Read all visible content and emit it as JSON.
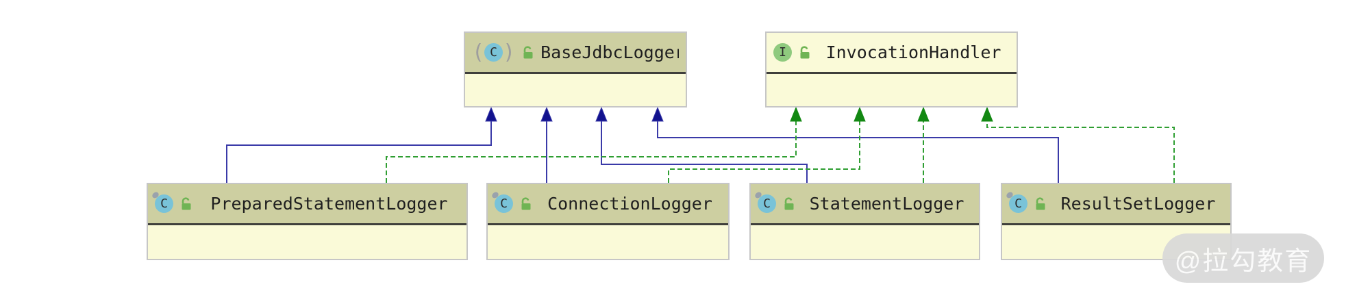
{
  "diagram": {
    "classes": [
      {
        "name": "BaseJdbcLogger",
        "kind": "abstract-class",
        "icon_letter": "C",
        "visibility": "public"
      },
      {
        "name": "InvocationHandler",
        "kind": "interface",
        "icon_letter": "I",
        "visibility": "public"
      },
      {
        "name": "PreparedStatementLogger",
        "kind": "class",
        "icon_letter": "C",
        "visibility": "public"
      },
      {
        "name": "ConnectionLogger",
        "kind": "class",
        "icon_letter": "C",
        "visibility": "public"
      },
      {
        "name": "StatementLogger",
        "kind": "class",
        "icon_letter": "C",
        "visibility": "public"
      },
      {
        "name": "ResultSetLogger",
        "kind": "class",
        "icon_letter": "C",
        "visibility": "public"
      }
    ],
    "relations": [
      {
        "from": "PreparedStatementLogger",
        "to": "BaseJdbcLogger",
        "type": "extends"
      },
      {
        "from": "ConnectionLogger",
        "to": "BaseJdbcLogger",
        "type": "extends"
      },
      {
        "from": "StatementLogger",
        "to": "BaseJdbcLogger",
        "type": "extends"
      },
      {
        "from": "ResultSetLogger",
        "to": "BaseJdbcLogger",
        "type": "extends"
      },
      {
        "from": "PreparedStatementLogger",
        "to": "InvocationHandler",
        "type": "implements"
      },
      {
        "from": "ConnectionLogger",
        "to": "InvocationHandler",
        "type": "implements"
      },
      {
        "from": "StatementLogger",
        "to": "InvocationHandler",
        "type": "implements"
      },
      {
        "from": "ResultSetLogger",
        "to": "InvocationHandler",
        "type": "implements"
      }
    ]
  },
  "watermark": {
    "text": "@拉勾教育"
  },
  "colors": {
    "extends-line": "#3a3aa8",
    "extends-arrow": "#12128e",
    "implements-line": "#2f9e32",
    "implements-arrow": "#128812",
    "header-khaki": "#cdcfa1",
    "panel-cream": "#fafad8",
    "box-border": "#c6c6c6",
    "separator": "#3f3f3b",
    "class-icon-bg": "#79c3d8",
    "interface-icon-bg": "#8fca7e",
    "lock-green": "#6fb454",
    "title-text": "#1f1f1f",
    "watermark-bg": "#d9d9d9",
    "watermark-text": "#fafafa"
  }
}
